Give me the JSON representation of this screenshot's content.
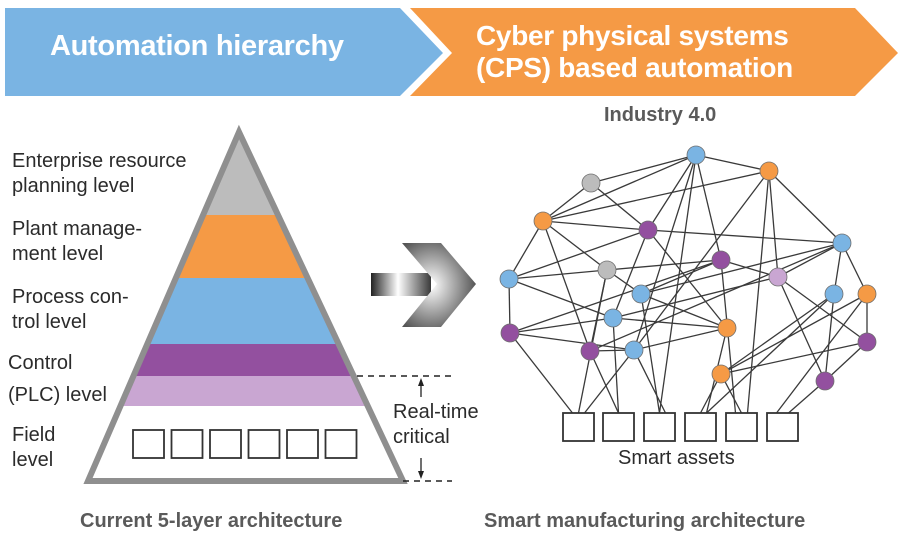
{
  "banner": {
    "left_title": "Automation hierarchy",
    "right_title_line1": "Cyber physical systems",
    "right_title_line2": "(CPS) based automation",
    "left_color": "#7ab4e3",
    "right_color": "#f59a45"
  },
  "pyramid": {
    "layers": [
      {
        "label_line1": "Enterprise resource",
        "label_line2": "planning level",
        "color": "#bcbcbc"
      },
      {
        "label_line1": "Plant manage-",
        "label_line2": "ment level",
        "color": "#f59a45"
      },
      {
        "label_line1": "Process con-",
        "label_line2": "trol level",
        "color": "#7ab4e3"
      },
      {
        "label_line1": "Control",
        "label_line2": "(PLC) level",
        "color": "#93509f"
      },
      {
        "label_line1": "Field",
        "label_line2": "level",
        "color": "#ffffff"
      }
    ],
    "plc_lower_color": "#c9a6d2",
    "field_device_count": 6,
    "realtime_label_line1": "Real-time",
    "realtime_label_line2": "critical",
    "caption": "Current 5-layer architecture"
  },
  "transition_arrow": {
    "icon": "right-arrow-icon"
  },
  "network": {
    "subtitle": "Industry 4.0",
    "assets_label": "Smart assets",
    "asset_count": 6,
    "caption": "Smart manufacturing architecture",
    "colors": {
      "blue": "#7ab4e3",
      "orange": "#f59a45",
      "purple": "#93509f",
      "gray": "#bcbcbc",
      "lilac": "#c9a6d2"
    },
    "node_kinds": [
      "gray",
      "blue",
      "orange",
      "orange",
      "purple",
      "blue",
      "purple",
      "gray",
      "lilac",
      "blue",
      "blue",
      "blue",
      "orange",
      "blue",
      "orange",
      "purple",
      "purple",
      "blue",
      "purple",
      "orange",
      "purple"
    ]
  }
}
